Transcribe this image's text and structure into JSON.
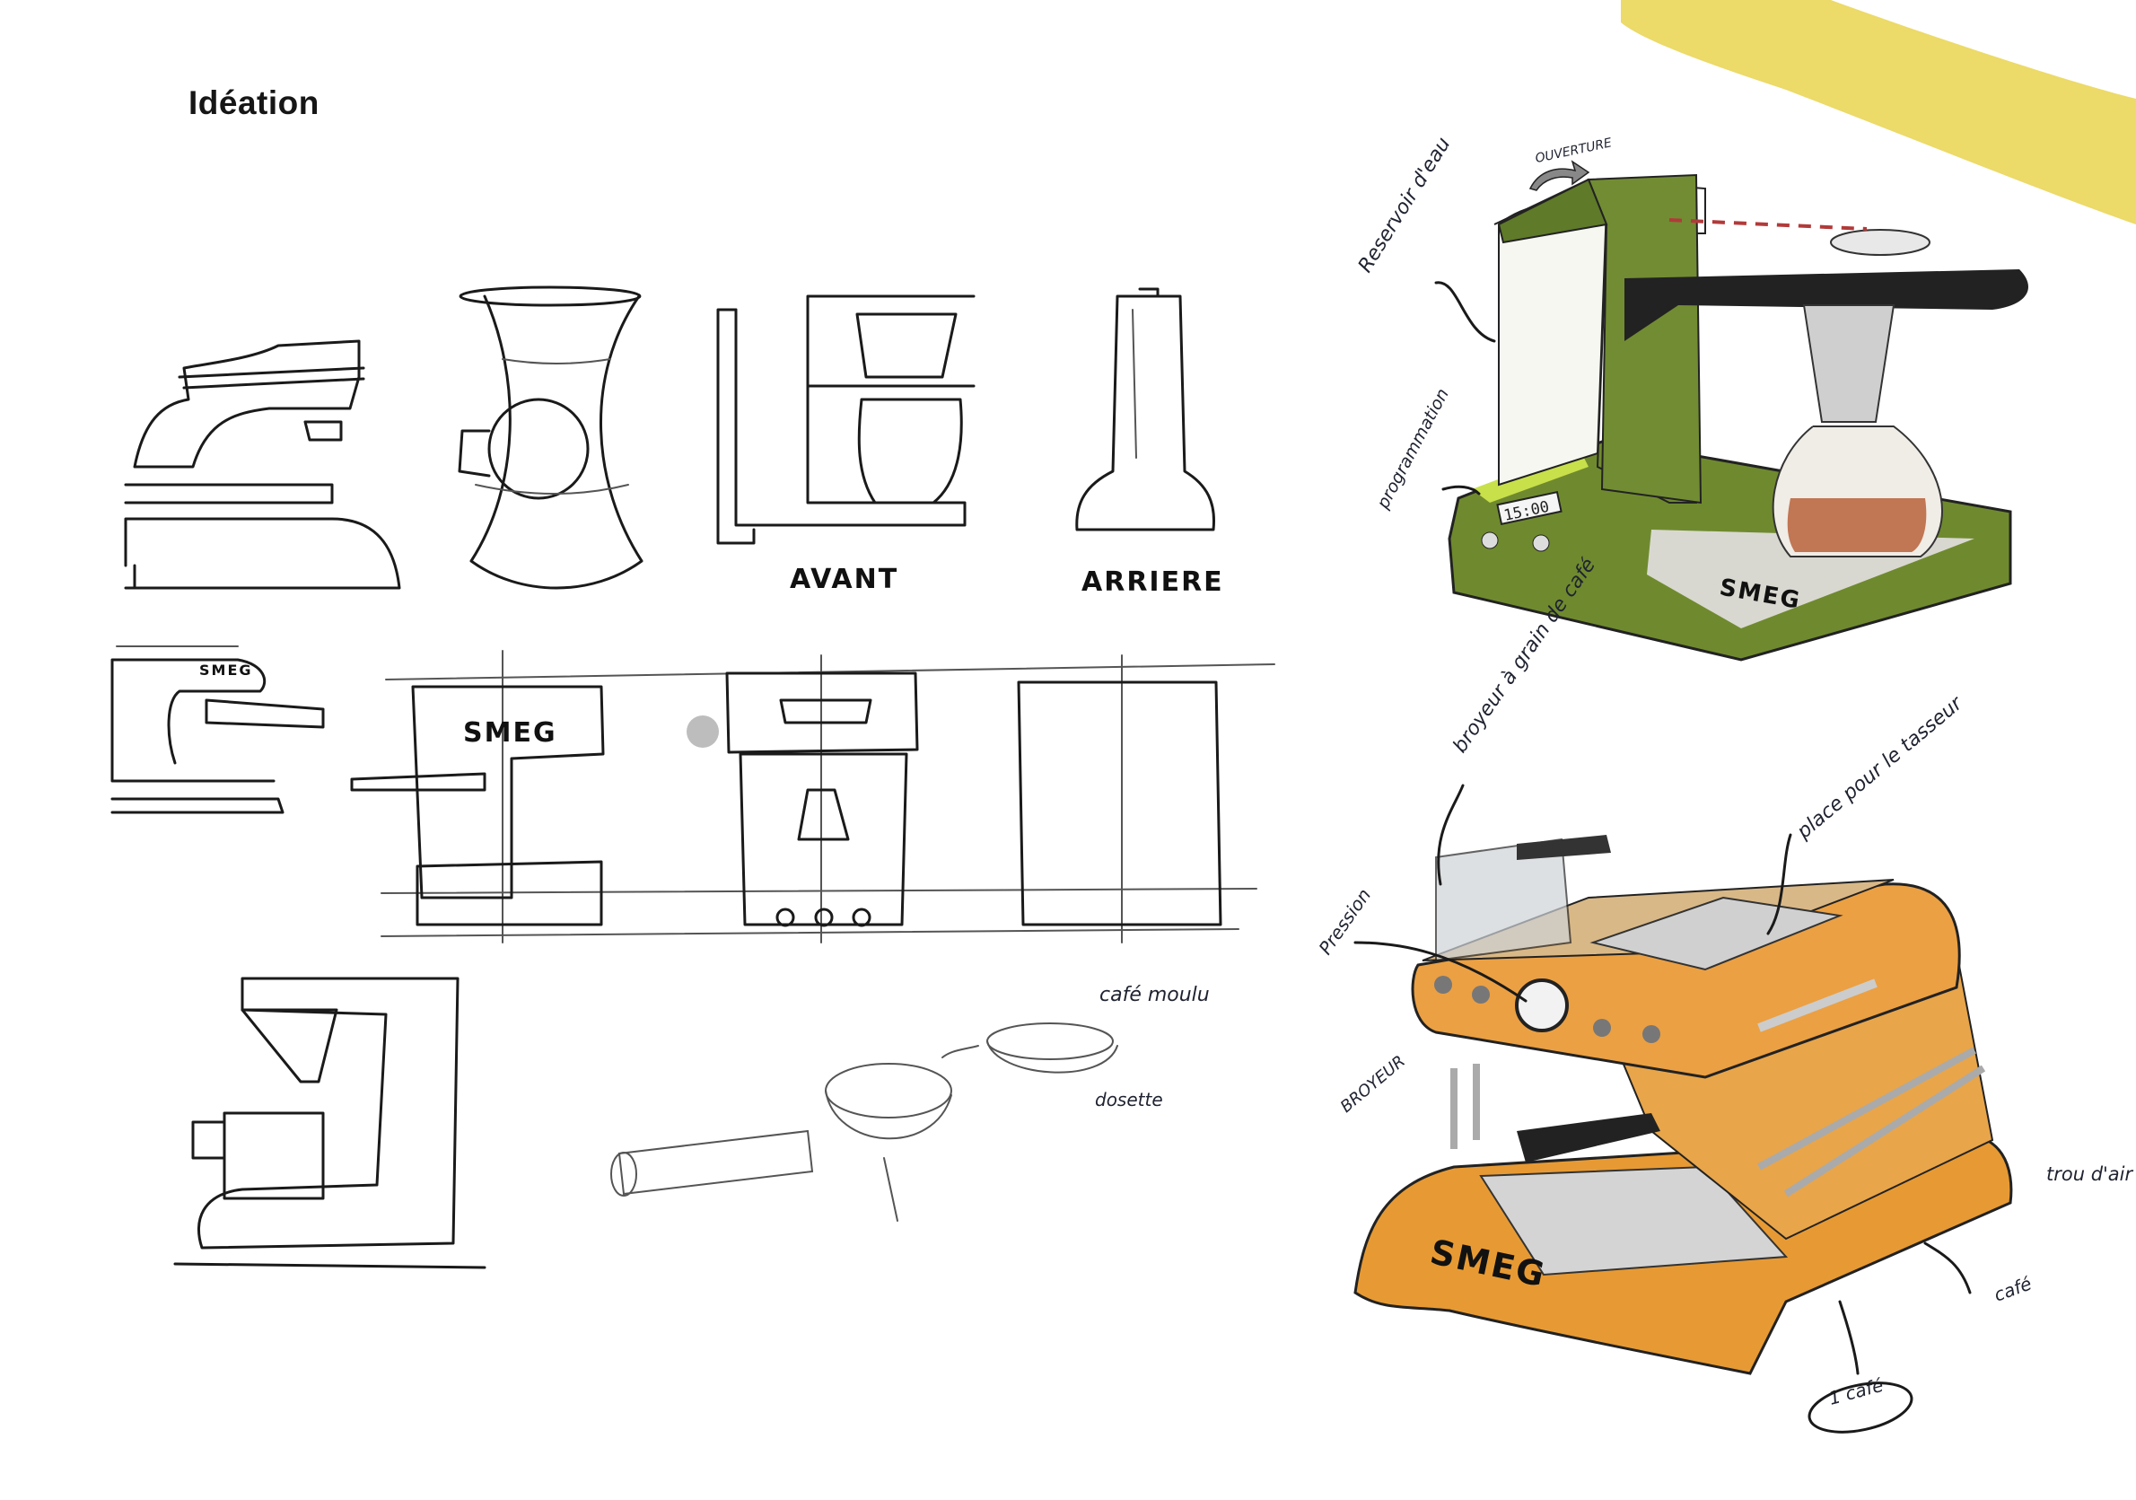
{
  "page": {
    "title": "Idéation"
  },
  "colors": {
    "accent_yellow": "#e9d44f",
    "olive_green": "#6f8a2e",
    "lime": "#c8e04a",
    "orange": "#e79a33",
    "pencil_gray": "#555555"
  },
  "sketches": {
    "front_label": "AVANT",
    "back_label": "ARRIERE",
    "small_machine_brand": "SMEG",
    "side_view_brand": "SMEG",
    "cafe_moulu_label": "café moulu",
    "dosette_label": "dosette"
  },
  "green_machine": {
    "opening_label": "OUVERTURE",
    "reservoir_label": "Reservoir d'eau",
    "programming_label": "programmation",
    "clock_display": "15:00",
    "brand": "SMEG"
  },
  "orange_machine": {
    "grinder_label": "broyeur à grain de café",
    "tamper_label": "place pour le tasseur",
    "pressure_label": "Pression",
    "grinder_button_label": "BROYEUR",
    "air_hole_label": "trou d'air",
    "cafe_label": "café",
    "one_cafe_label": "1 café",
    "brand": "SMEG"
  }
}
